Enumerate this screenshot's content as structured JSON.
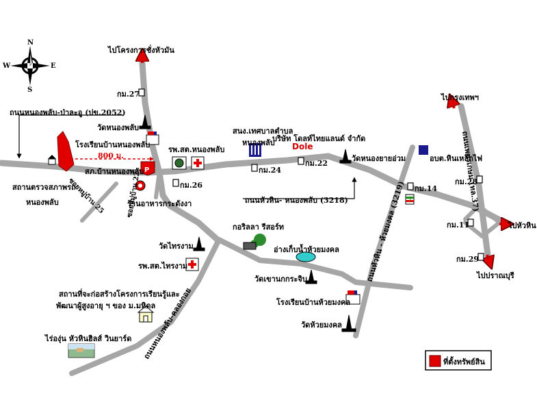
{
  "compass": {
    "n": "N",
    "s": "S",
    "e": "E",
    "w": "W"
  },
  "roads": {
    "to_sugar_factory": "ไปโครงการชั่งหัวมัน",
    "to_bangkok": "ไปกรุงเทพฯ",
    "to_hua_hin": "ไปหัวหิน",
    "to_pranburi": "ไปปราณบุรี",
    "nongphlap_palaoo": "ถนนหนองพลับ-ป่าละอู (ปข.2052)",
    "huahin_nongphlap": "ถนนหัวหิน- หนองพลับ (3218)",
    "huahin_huaimongkol": "ถนนหัวหิน - ห้วยมงคล (3219)",
    "nongphlap_klongkoy": "ถนนหนองพลับ-คลองกอย",
    "phetkasem": "ถนนเพชรเกษม (ทล.37)",
    "soi_25": "ซอยหมู่บ้าน 25",
    "soi_22": "ซอยหมู่บ้าน 22"
  },
  "km_markers": {
    "km27": "กม.27",
    "km26": "กม.26",
    "km24": "กม.24",
    "km22": "กม.22",
    "km14": "กม.14",
    "km28": "กม.28",
    "km11": "กม.11",
    "km29": "กม.29"
  },
  "places": {
    "wat_nongphlap": "วัดหนองพลับ",
    "school_nongphlap": "โรงเรียนบ้านหนองพลับ",
    "hospital_nongphlap": "รพ.สต.หนองพลับ",
    "police_nongphlap": "สภ.บ้านหนองพลับ",
    "inspection_station": "สถานตรวจสภาพรถ",
    "inspection_station_2": "หนองพลับ",
    "restaurant": "ร้านอาหารกระดังงา",
    "municipality_1": "สนง.เทศบาลตำบล",
    "municipality_2": "หนองพลับ",
    "dole": "บริษัท โดลท์ไทยแลนด์ จำกัด",
    "dole_logo": "Dole",
    "wat_nongyaiom": "วัดหนองยายอ่วม",
    "obt_hinlekfai": "อบต.หินเหล็กไฟ",
    "seven_eleven": "7",
    "gorilla_resort": "กอริลลา รีสอร์ท",
    "reservoir": "อ่างเก็บน้ำห้วยมงคล",
    "wat_sairgam": "วัดไทรงาม",
    "hospital_sairgam": "รพ.สต.ไทรงาม",
    "wat_khao_krachib": "วัดเขานกกระจิบ",
    "school_huaimongkol": "โรงเรียนบ้านห้วยมงคล",
    "wat_huaimongkol": "วัดห้วยมงคล",
    "construction_1": "สถานที่จะก่อสร้างโครงการเรียนรู้และ",
    "construction_2": "พัฒนาผู้สูงอายุ ฯ ของ ม.มหิดล",
    "vineyard": "ไร่องุ่น หัวหินฮิลส์ วินยาร์ด"
  },
  "distance_label": "800 ม.",
  "parking_label": "P",
  "legend": {
    "label": "ที่ตั้งทรัพย์สิน"
  },
  "colors": {
    "road": "#a6a6a6",
    "property": "#e00000",
    "hospital": "#e00000",
    "reservoir": "#33cccc",
    "dole": "#d40000",
    "accent_blue": "#1a1a8c"
  }
}
